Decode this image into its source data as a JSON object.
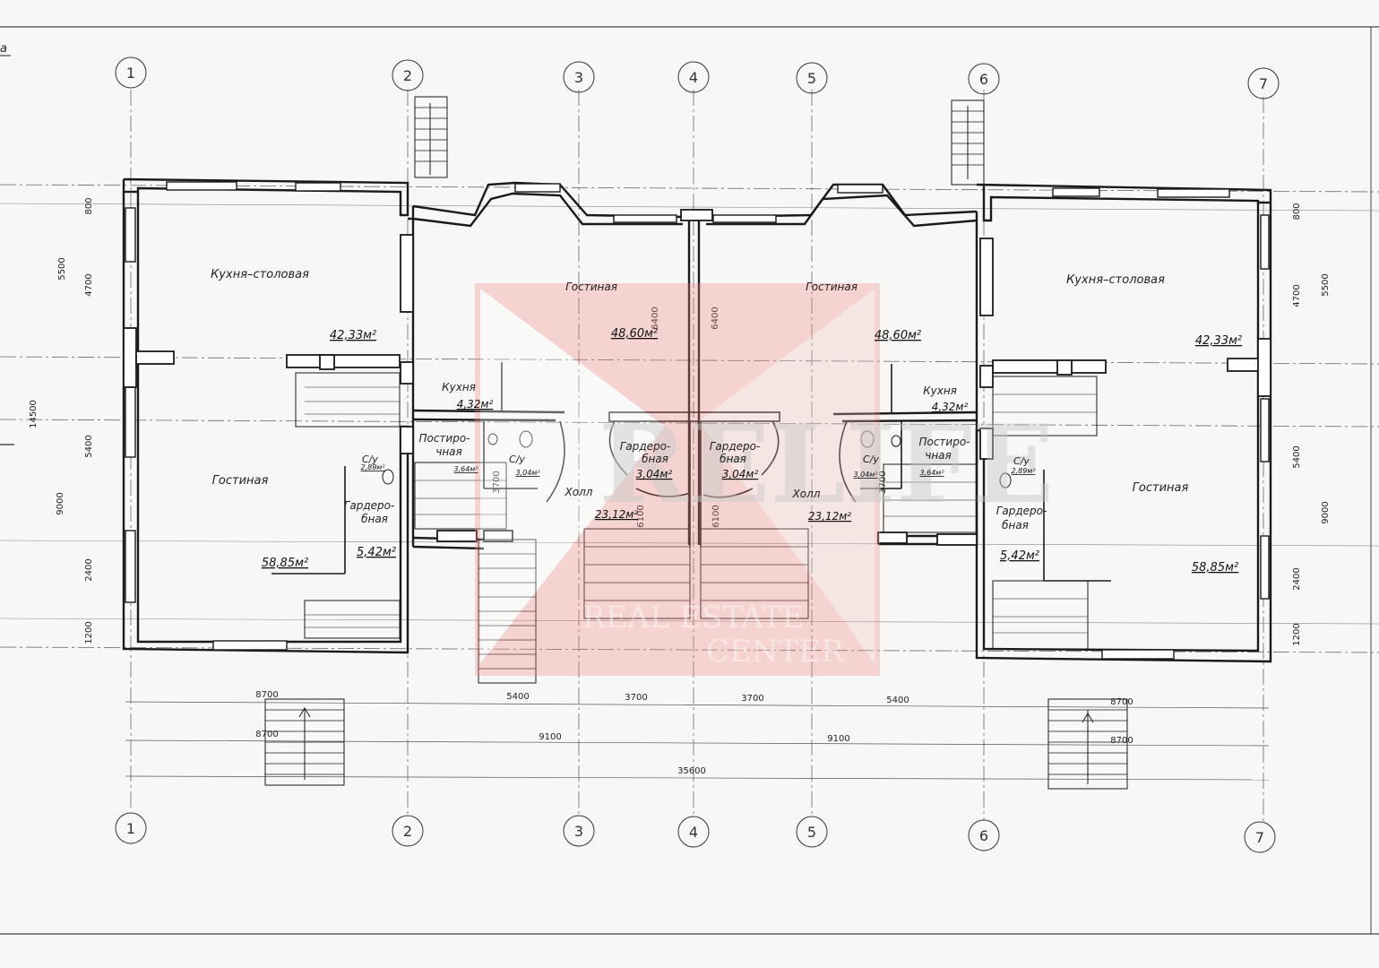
{
  "sheet": {
    "corner_fragment": "а"
  },
  "axes": {
    "labels": [
      "1",
      "2",
      "3",
      "4",
      "5",
      "6",
      "7"
    ]
  },
  "rooms": {
    "left": {
      "kitchen_dining": {
        "name": "Кухня–столовая",
        "area": "42,33м²"
      },
      "living": {
        "name": "Гостиная",
        "area": "58,85м²"
      },
      "wc": {
        "name": "С/у",
        "area": "2,89м²"
      },
      "wardrobe": {
        "name_1": "Гардеро-",
        "name_2": "бная",
        "area": "5,42м²"
      }
    },
    "center_left": {
      "living": {
        "name": "Гостиная",
        "area": "48,60м²"
      },
      "kitchen": {
        "name": "Кухня",
        "area": "4,32м²"
      },
      "laundry": {
        "name_1": "Постиро-",
        "name_2": "чная",
        "area": "3,64м²"
      },
      "wc": {
        "name": "С/у",
        "area": "3,04м²"
      },
      "wardrobe": {
        "name_1": "Гардеро-",
        "name_2": "бная",
        "area": "3,04м²"
      },
      "hall": {
        "name": "Холл",
        "area": "23,12м²"
      }
    },
    "center_right": {
      "living": {
        "name": "Гостиная",
        "area": "48,60м²"
      },
      "kitchen": {
        "name": "Кухня",
        "area": "4,32м²"
      },
      "laundry": {
        "name_1": "Постиро-",
        "name_2": "чная",
        "area": "3,64м²"
      },
      "wc": {
        "name": "С/у",
        "area": "3,04м²"
      },
      "wardrobe": {
        "name_1": "Гардеро-",
        "name_2": "бная",
        "area": "3,04м²"
      },
      "hall": {
        "name": "Холл",
        "area": "23,12м²"
      }
    },
    "right": {
      "kitchen_dining": {
        "name": "Кухня–столовая",
        "area": "42,33м²"
      },
      "living": {
        "name": "Гостиная",
        "area": "58,85м²"
      },
      "wc": {
        "name": "С/у",
        "area": "2,89м²"
      },
      "wardrobe": {
        "name_1": "Гардеро-",
        "name_2": "бная",
        "area": "5,42м²"
      }
    }
  },
  "dimensions": {
    "left_side": [
      "800",
      "4700",
      "5500",
      "14500",
      "5400",
      "9000",
      "2400",
      "1200"
    ],
    "right_side": [
      "800",
      "4700",
      "5500",
      "5400",
      "9000",
      "2400",
      "1200"
    ],
    "bottom_row1": [
      "8700",
      "5400",
      "3700",
      "3700",
      "5400",
      "8700"
    ],
    "bottom_row2": [
      "8700",
      "9100",
      "9100",
      "8700"
    ],
    "total": "35600",
    "inner_vertical": [
      "6400",
      "6400",
      "3700",
      "3700",
      "6100",
      "6100"
    ]
  },
  "watermark": {
    "logo": "RELIFE",
    "line1": "REAL ESTATE",
    "line2": "CENTER",
    "color": "#e03030"
  },
  "colors": {
    "ink": "#1a1a1a",
    "wall_fill": "#ffffff",
    "paper": "#f7f7f5"
  }
}
